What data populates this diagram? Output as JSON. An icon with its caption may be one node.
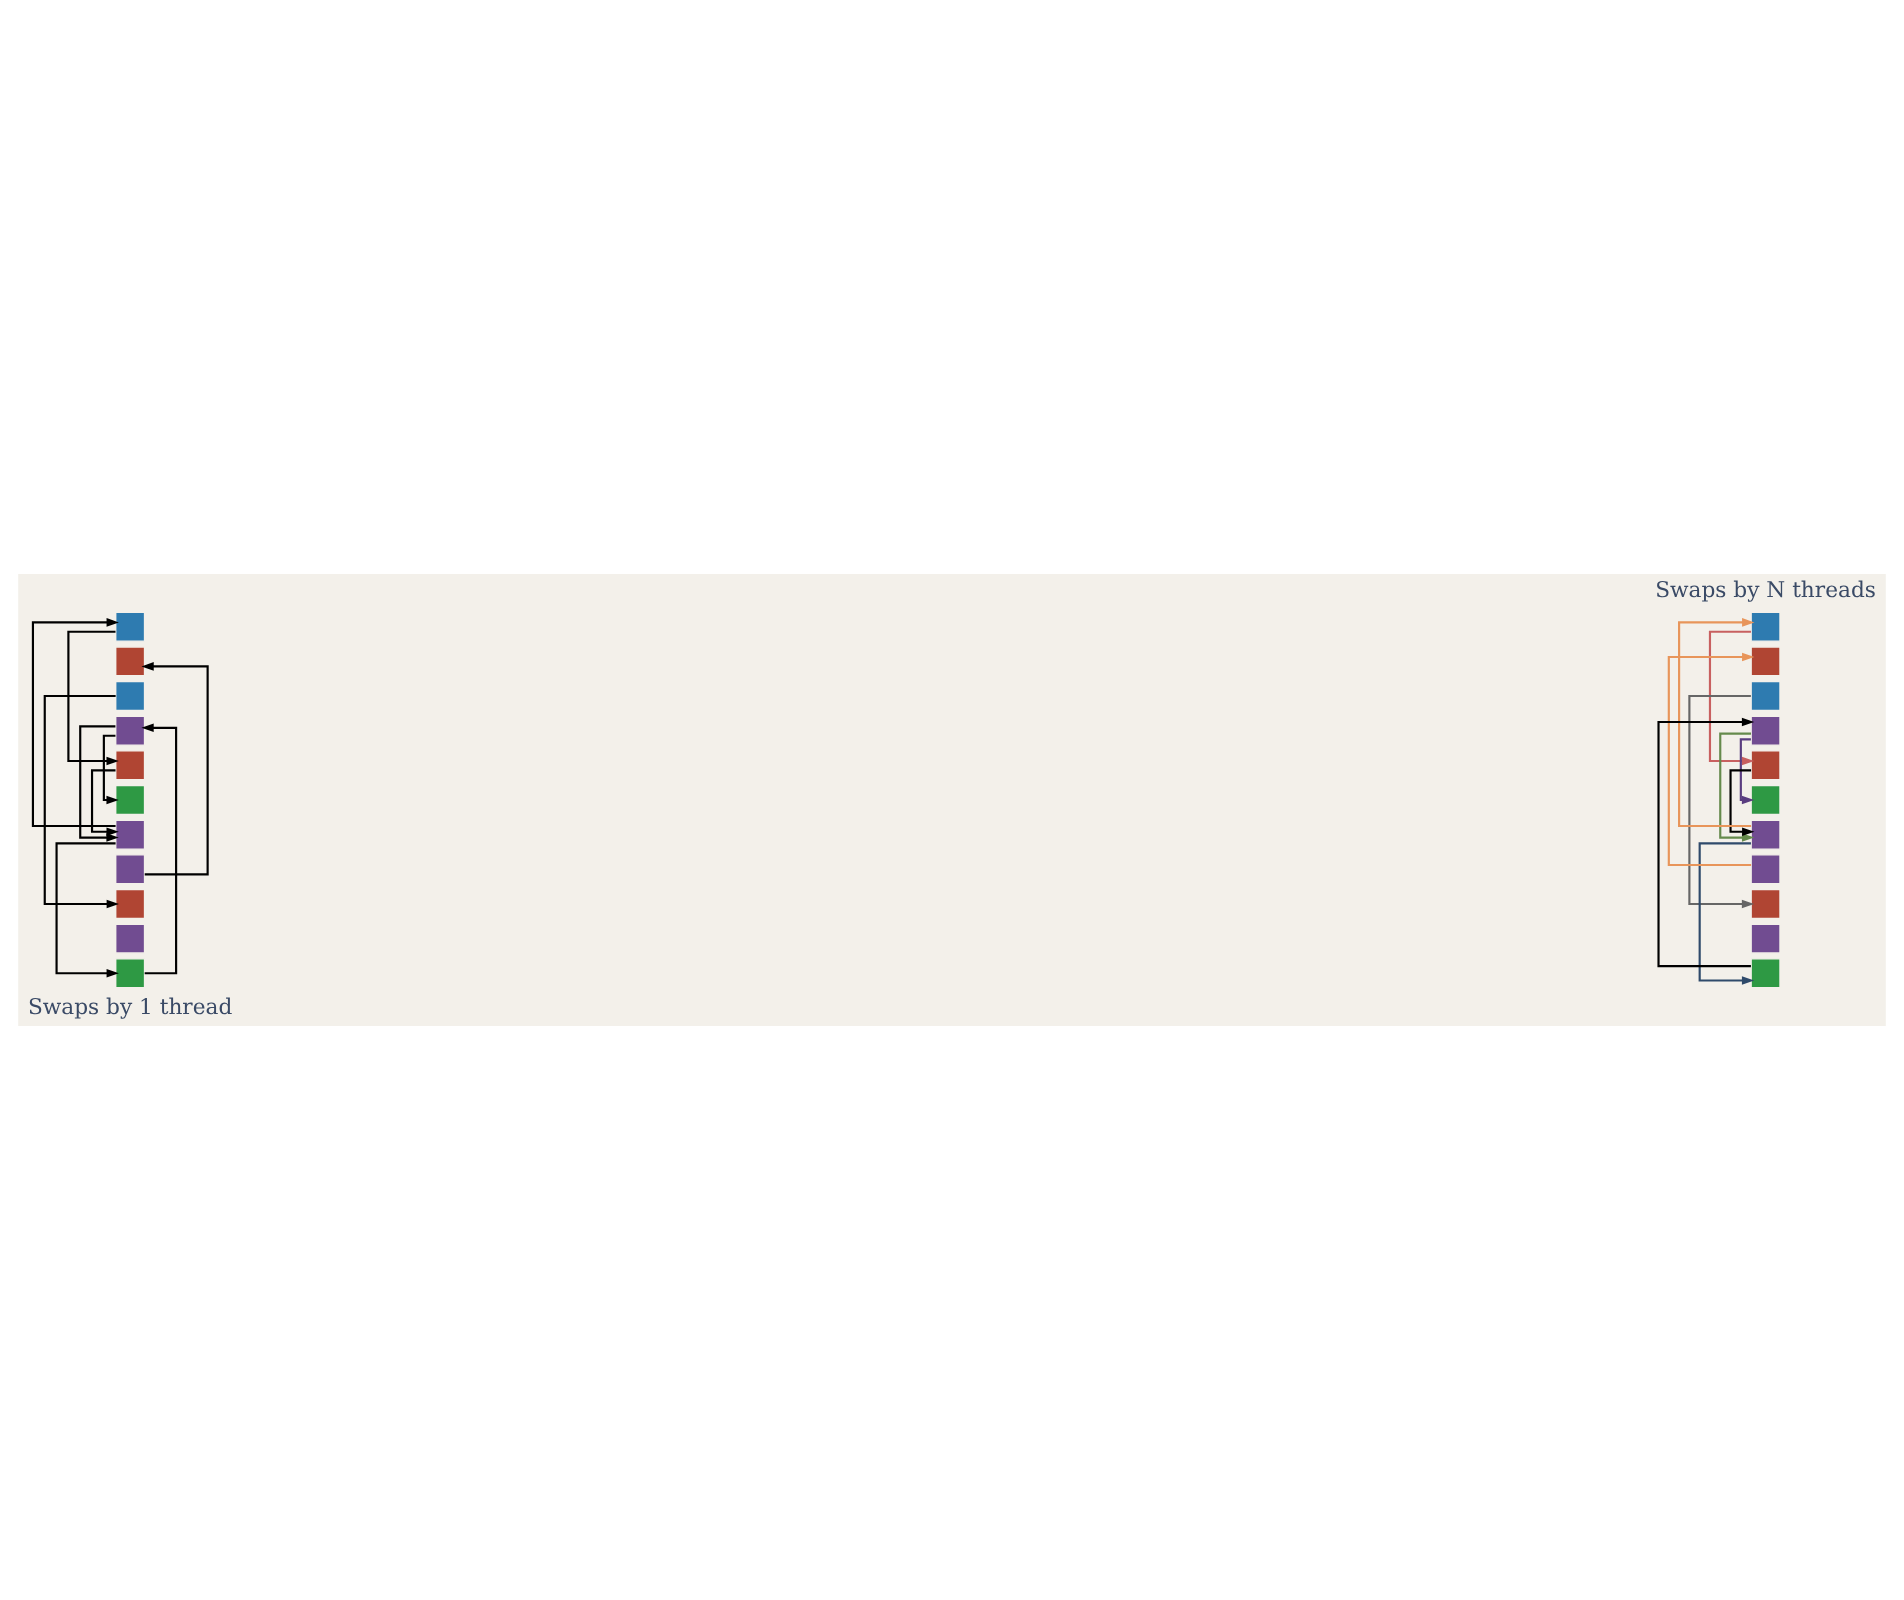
{
  "diagram": {
    "nodes": [
      {
        "text": [],
        "shape": "box"
      },
      {
        "text": [],
        "shape": "box"
      },
      {
        "text": [],
        "shape": "box"
      },
      {
        "text": [],
        "shape": "box"
      },
      {
        "text": [],
        "shape": "box"
      },
      {
        "text": [],
        "shape": "box"
      },
      {
        "text": [],
        "shape": "box"
      },
      {
        "text": [],
        "shape": "box"
      },
      {
        "text": [],
        "shape": "box"
      },
      {
        "text": [],
        "shape": "box"
      },
      {
        "text": [],
        "shape": "box"
      },
      {
        "text": [],
        "shape": "box"
      },
      {
        "text": [],
        "shape": "box"
      },
      {
        "text": [],
        "shape": "box"
      },
      {
        "text": [],
        "shape": "box"
      },
      {
        "text": [],
        "shape": "box"
      },
      {
        "text": [],
        "shape": "box"
      },
      {
        "text": [],
        "shape": "box"
      },
      {
        "text": [],
        "shape": "box"
      },
      {
        "text": [],
        "shape": "box"
      },
      {
        "text": [],
        "shape": "box"
      },
      {
        "text": [],
        "shape": "box"
      }
    ],
    "edges": [
      {
        "from": 0,
        "to": 4,
        "arrow": "to"
      },
      {
        "from": 6,
        "to": 0,
        "arrow": "to"
      },
      {
        "from": 7,
        "to": 1,
        "arrow": "to"
      },
      {
        "from": 2,
        "to": 8,
        "arrow": "to"
      },
      {
        "from": 3,
        "to": 5,
        "arrow": "to"
      },
      {
        "from": 4,
        "to": 6,
        "arrow": "to"
      },
      {
        "from": 3,
        "to": 6,
        "arrow": "to"
      },
      {
        "from": 6,
        "to": 10,
        "arrow": "to"
      },
      {
        "from": 10,
        "to": 3,
        "arrow": "to"
      },
      {
        "from": 11,
        "to": 15,
        "arrow": "to",
        "color": "#c86060"
      },
      {
        "from": 17,
        "to": 11,
        "arrow": "to",
        "color": "#e8955a"
      },
      {
        "from": 18,
        "to": 12,
        "arrow": "to",
        "color": "#e8955a"
      },
      {
        "from": 13,
        "to": 19,
        "arrow": "to",
        "color": "#666666"
      },
      {
        "from": 14,
        "to": 16,
        "arrow": "to",
        "color": "#5a3d80"
      },
      {
        "from": 15,
        "to": 17,
        "arrow": "to"
      },
      {
        "from": 14,
        "to": 17,
        "arrow": "to",
        "color": "#658a4c"
      },
      {
        "from": 17,
        "to": 21,
        "arrow": "to",
        "color": "#2f4a6b"
      },
      {
        "from": 21,
        "to": 14,
        "arrow": "to"
      }
    ],
    "labels": [
      "Swaps by N threads",
      "Swaps by 1 thread"
    ]
  }
}
